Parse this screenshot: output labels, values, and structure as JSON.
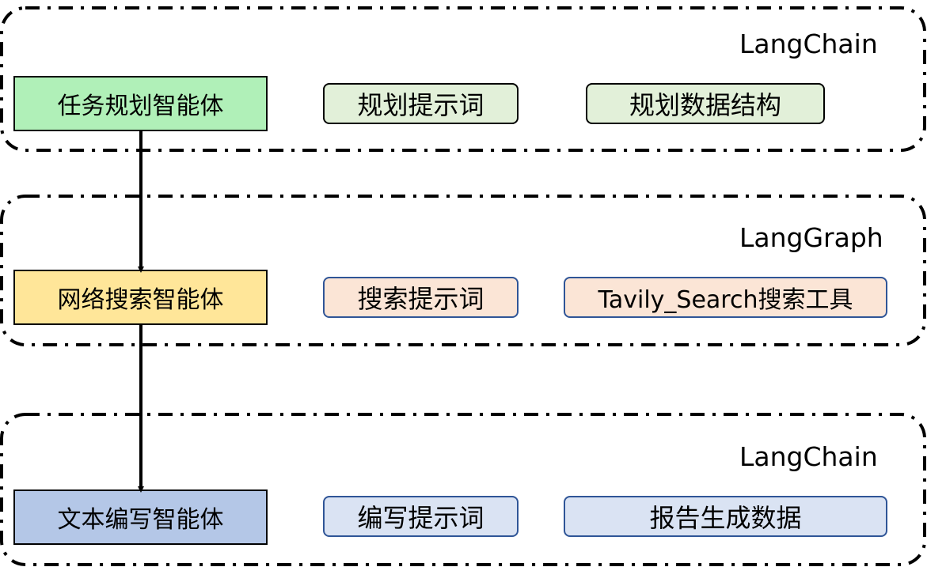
{
  "colors": {
    "planning_agent_fill": "#b0f0b8",
    "planning_tag_fill": "#e2f0d9",
    "planning_tag_border": "#000000",
    "search_agent_fill": "#ffe699",
    "search_tag_fill": "#fbe5d6",
    "search_tag_border": "#2f5597",
    "writing_agent_fill": "#b4c7e7",
    "writing_tag_fill": "#dae3f3",
    "writing_tag_border": "#2f5597",
    "frame_border": "#000000",
    "arrow": "#000000"
  },
  "sections": [
    {
      "framework": "LangChain",
      "agent": "任务规划智能体",
      "tags": [
        "规划提示词",
        "规划数据结构"
      ]
    },
    {
      "framework": "LangGraph",
      "agent": "网络搜索智能体",
      "tags": [
        "搜索提示词",
        "Tavily_Search搜索工具"
      ]
    },
    {
      "framework": "LangChain",
      "agent": "文本编写智能体",
      "tags": [
        "编写提示词",
        "报告生成数据"
      ]
    }
  ]
}
